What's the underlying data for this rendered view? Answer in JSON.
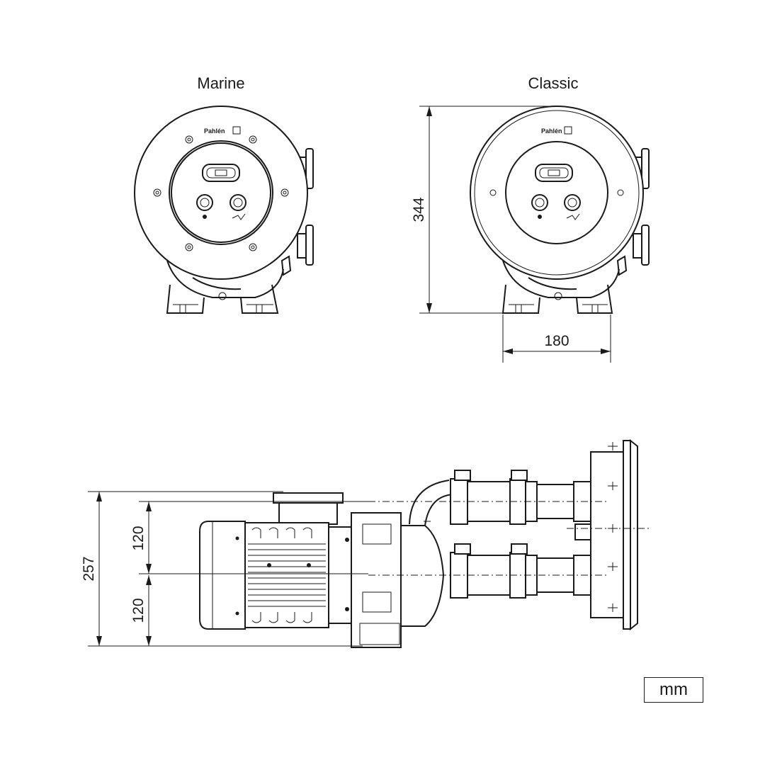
{
  "views": {
    "front_left_title": "Marine",
    "front_right_title": "Classic"
  },
  "brand": "Pahlén",
  "dimensions": {
    "height": "344",
    "width": "180",
    "total_height": "257",
    "upper_offset": "120",
    "lower_offset": "120"
  },
  "unit": "mm"
}
